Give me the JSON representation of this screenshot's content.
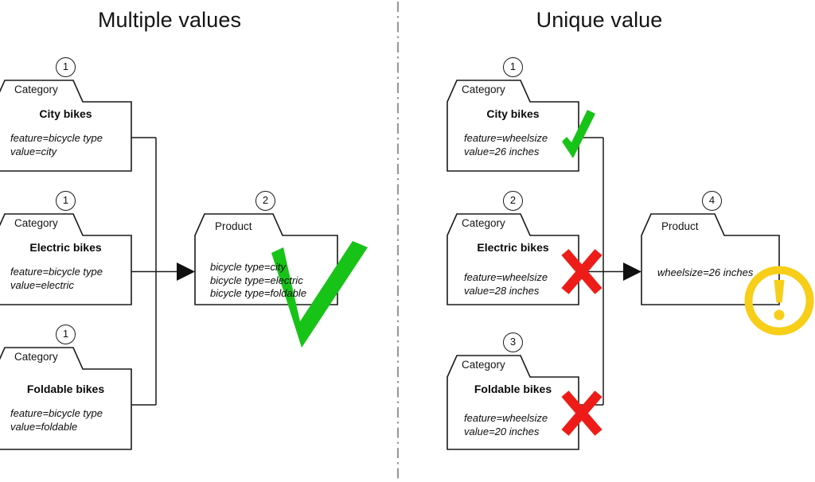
{
  "panels": {
    "left": {
      "title": "Multiple values",
      "verdict_icon": "green-check-icon",
      "verdict_color": "#18c318",
      "categories": [
        {
          "badge": "1",
          "tab_label": "Category",
          "heading": "City bikes",
          "lines": [
            "feature=bicycle type",
            "value=city"
          ]
        },
        {
          "badge": "1",
          "tab_label": "Category",
          "heading": "Electric bikes",
          "lines": [
            "feature=bicycle type",
            "value=electric"
          ]
        },
        {
          "badge": "1",
          "tab_label": "Category",
          "heading": "Foldable bikes",
          "lines": [
            "feature=bicycle type",
            "value=foldable"
          ]
        }
      ],
      "product": {
        "badge": "2",
        "tab_label": "Product",
        "heading": "",
        "lines": [
          "bicycle type=city",
          "bicycle type=electric",
          "bicycle type=foldable"
        ]
      }
    },
    "right": {
      "title": "Unique value",
      "warning_icon": "warning-exclamation-icon",
      "warning_color": "#f7ce18",
      "categories": [
        {
          "badge": "1",
          "tab_label": "Category",
          "heading": "City bikes",
          "lines": [
            "feature=wheelsize",
            "value=26 inches"
          ],
          "mark": "green-check-icon",
          "mark_color": "#18c318"
        },
        {
          "badge": "2",
          "tab_label": "Category",
          "heading": "Electric bikes",
          "lines": [
            "feature=wheelsize",
            "value=28 inches"
          ],
          "mark": "red-x-icon",
          "mark_color": "#ee1c18"
        },
        {
          "badge": "3",
          "tab_label": "Category",
          "heading": "Foldable bikes",
          "lines": [
            "feature=wheelsize",
            "value=20 inches"
          ],
          "mark": "red-x-icon",
          "mark_color": "#ee1c18"
        }
      ],
      "product": {
        "badge": "4",
        "tab_label": "Product",
        "heading": "",
        "lines": [
          "wheelsize=26 inches"
        ]
      }
    }
  },
  "divider": {
    "style": "dash-dot-vertical",
    "color": "#9a9a9a"
  },
  "colors": {
    "outline": "#1a1a1a",
    "green": "#18c318",
    "red": "#ee1c18",
    "yellow": "#f7ce18",
    "divider": "#9a9a9a"
  }
}
